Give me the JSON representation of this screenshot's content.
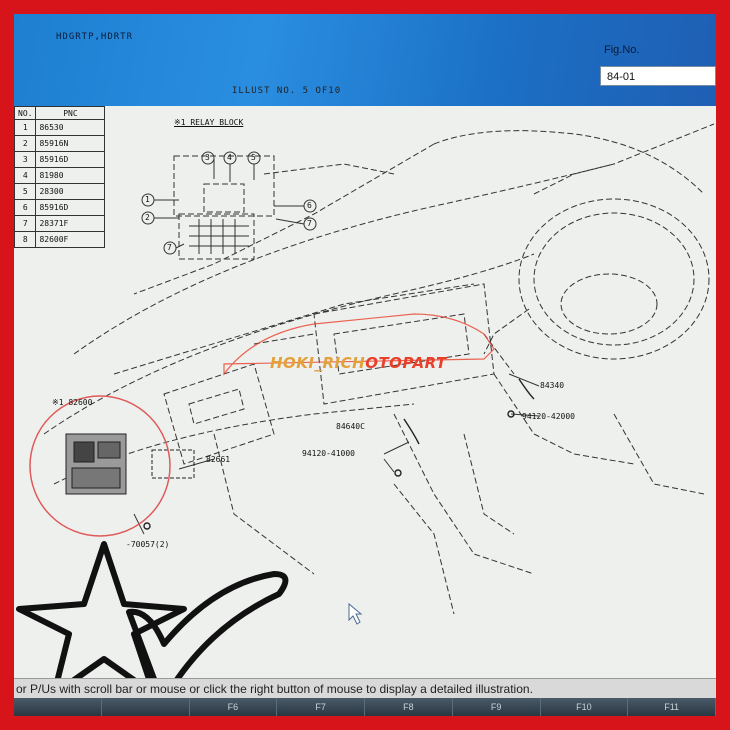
{
  "header": {
    "app_title": "HDGRTP,HDRTR",
    "fig_label": "Fig.No.",
    "fig_value": "84-01"
  },
  "illust_number": "ILLUST NO. 5 OF10",
  "pnc_table": {
    "headers": [
      "NO.",
      "PNC"
    ],
    "rows": [
      {
        "no": "1",
        "pnc": "86530"
      },
      {
        "no": "2",
        "pnc": "85916N"
      },
      {
        "no": "3",
        "pnc": "85916D"
      },
      {
        "no": "4",
        "pnc": "81980"
      },
      {
        "no": "5",
        "pnc": "28300"
      },
      {
        "no": "6",
        "pnc": "85916D"
      },
      {
        "no": "7",
        "pnc": "28371F"
      },
      {
        "no": "8",
        "pnc": "82600F"
      }
    ]
  },
  "relay_block_title": "※1 RELAY BLOCK",
  "relay_callouts": [
    "1",
    "2",
    "3",
    "4",
    "5",
    "6",
    "7",
    "7"
  ],
  "part_labels": {
    "p82600": "※1 82600",
    "p82661": "82661",
    "p84640c": "84640C",
    "p94120a": "94120-41000",
    "p84340": "84340",
    "p94120b": "94120-42000",
    "p70057": "-70057(2)"
  },
  "watermark": {
    "part1": "HOKI_RICH",
    "part2": "OTOPART"
  },
  "status_text": "or P/Us with scroll bar or mouse or click the right button of mouse to display a detailed illustration.",
  "fkeys": [
    "",
    "",
    "F6",
    "F7",
    "F8",
    "F9",
    "F10",
    "F11"
  ],
  "colors": {
    "frame_border": "#d8141b",
    "header_blue": "#1e7fd0",
    "watermark": "#e2a13b",
    "circle_highlight": "#e05a5a"
  }
}
